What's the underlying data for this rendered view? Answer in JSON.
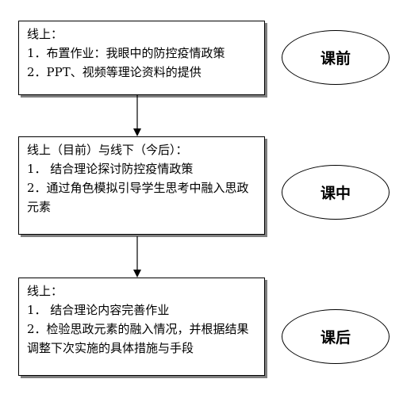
{
  "steps": [
    {
      "title": "线上：",
      "items": [
        "1．布置作业：我眼中的防控疫情政策",
        "2．PPT、视频等理论资料的提供"
      ],
      "stage": "课前"
    },
    {
      "title": "线上（目前）与线下（今后）：",
      "items": [
        "1． 结合理论探讨防控疫情政策",
        "2．通过角色模拟引导学生思考中融入思政元素"
      ],
      "stage": "课中"
    },
    {
      "title": "线上：",
      "items": [
        "1． 结合理论内容完善作业",
        "2．检验思政元素的融入情况，并根据结果调整下次实施的具体措施与手段"
      ],
      "stage": "课后"
    }
  ],
  "colors": {
    "line": "#000000",
    "shadow": "#7f7f7f"
  }
}
